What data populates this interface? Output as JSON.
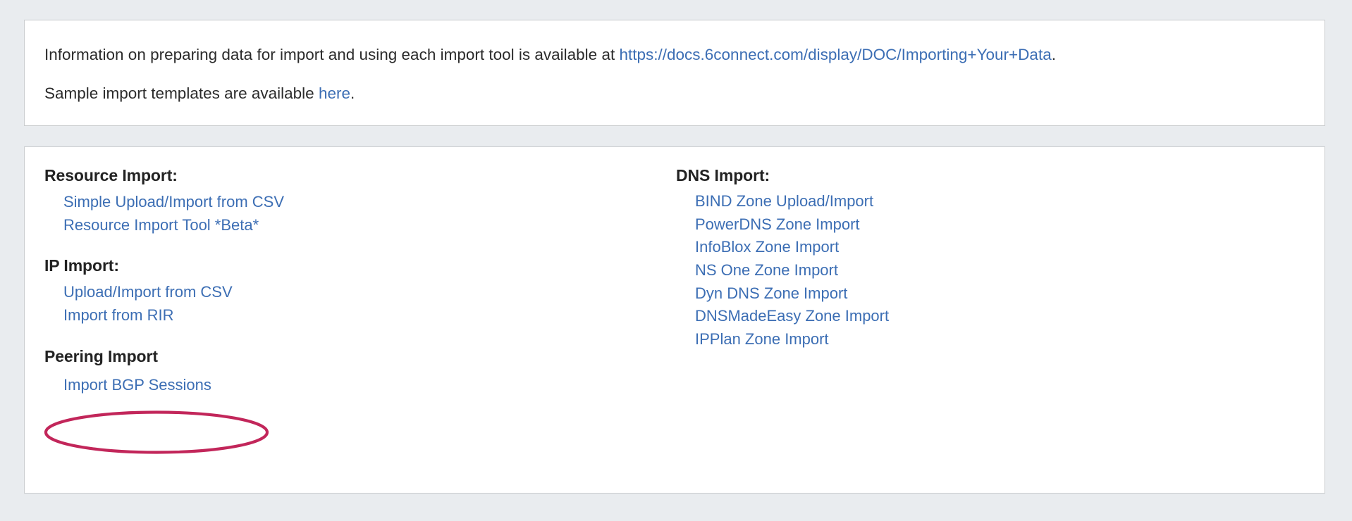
{
  "info_panel": {
    "line1_prefix": "Information on preparing data for import and using each import tool is available at ",
    "line1_link": "https://docs.6connect.com/display/DOC/Importing+Your+Data",
    "line1_suffix": ".",
    "line2_prefix": "Sample import templates are available ",
    "line2_link": "here",
    "line2_suffix": "."
  },
  "tools_panel": {
    "left_column": [
      {
        "heading": "Resource Import:",
        "links": [
          "Simple Upload/Import from CSV",
          "Resource Import Tool *Beta*"
        ]
      },
      {
        "heading": "IP Import:",
        "links": [
          "Upload/Import from CSV",
          "Import from RIR"
        ]
      },
      {
        "heading": "Peering Import",
        "links": [
          "Import BGP Sessions"
        ]
      }
    ],
    "right_column": [
      {
        "heading": "DNS Import:",
        "links": [
          "BIND Zone Upload/Import",
          "PowerDNS Zone Import",
          "InfoBlox Zone Import",
          "NS One Zone Import",
          "Dyn DNS Zone Import",
          "DNSMadeEasy Zone Import",
          "IPPlan Zone Import"
        ]
      }
    ]
  },
  "annotation": {
    "target": "Import BGP Sessions",
    "shape": "ellipse",
    "color": "#c2265a"
  },
  "colors": {
    "page_background": "#e9ecef",
    "panel_background": "#ffffff",
    "panel_border": "#c9ccce",
    "link": "#3c6eb4",
    "heading_text": "#222222",
    "body_text": "#2b2b2b",
    "annotation": "#c2265a"
  }
}
